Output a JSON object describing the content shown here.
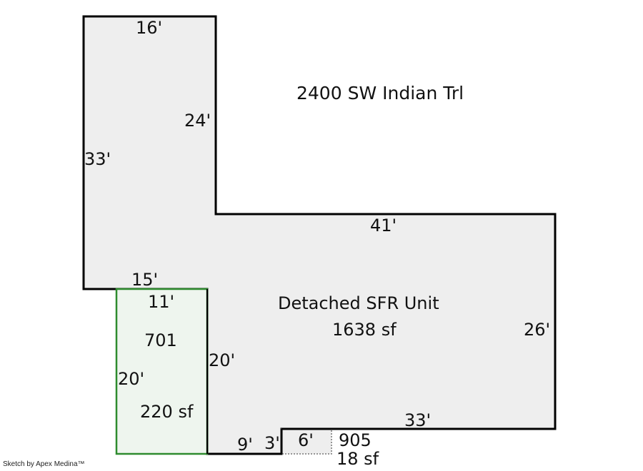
{
  "address": "2400 SW Indian Trl",
  "main_unit": {
    "name": "Detached SFR Unit",
    "area": "1638 sf",
    "dimensions": {
      "top_left": "16'",
      "inner_vertical": "24'",
      "left": "33'",
      "mid_horizontal": "41'",
      "step": "15'",
      "right": "26'",
      "bottom_right": "33'",
      "inner_left": "20'",
      "bottom_a": "9'",
      "bottom_b": "3'"
    }
  },
  "garage": {
    "code": "701",
    "area": "220 sf",
    "dimensions": {
      "top": "11'",
      "left": "20'"
    }
  },
  "porch": {
    "code": "905",
    "area": "18 sf",
    "dimensions": {
      "width": "6'"
    }
  },
  "credit": "Sketch by Apex Medina™",
  "colors": {
    "main_fill": "#eeeeee",
    "garage_fill": "#eef5ee",
    "garage_stroke": "#2e8b2e",
    "outline": "#000000"
  }
}
